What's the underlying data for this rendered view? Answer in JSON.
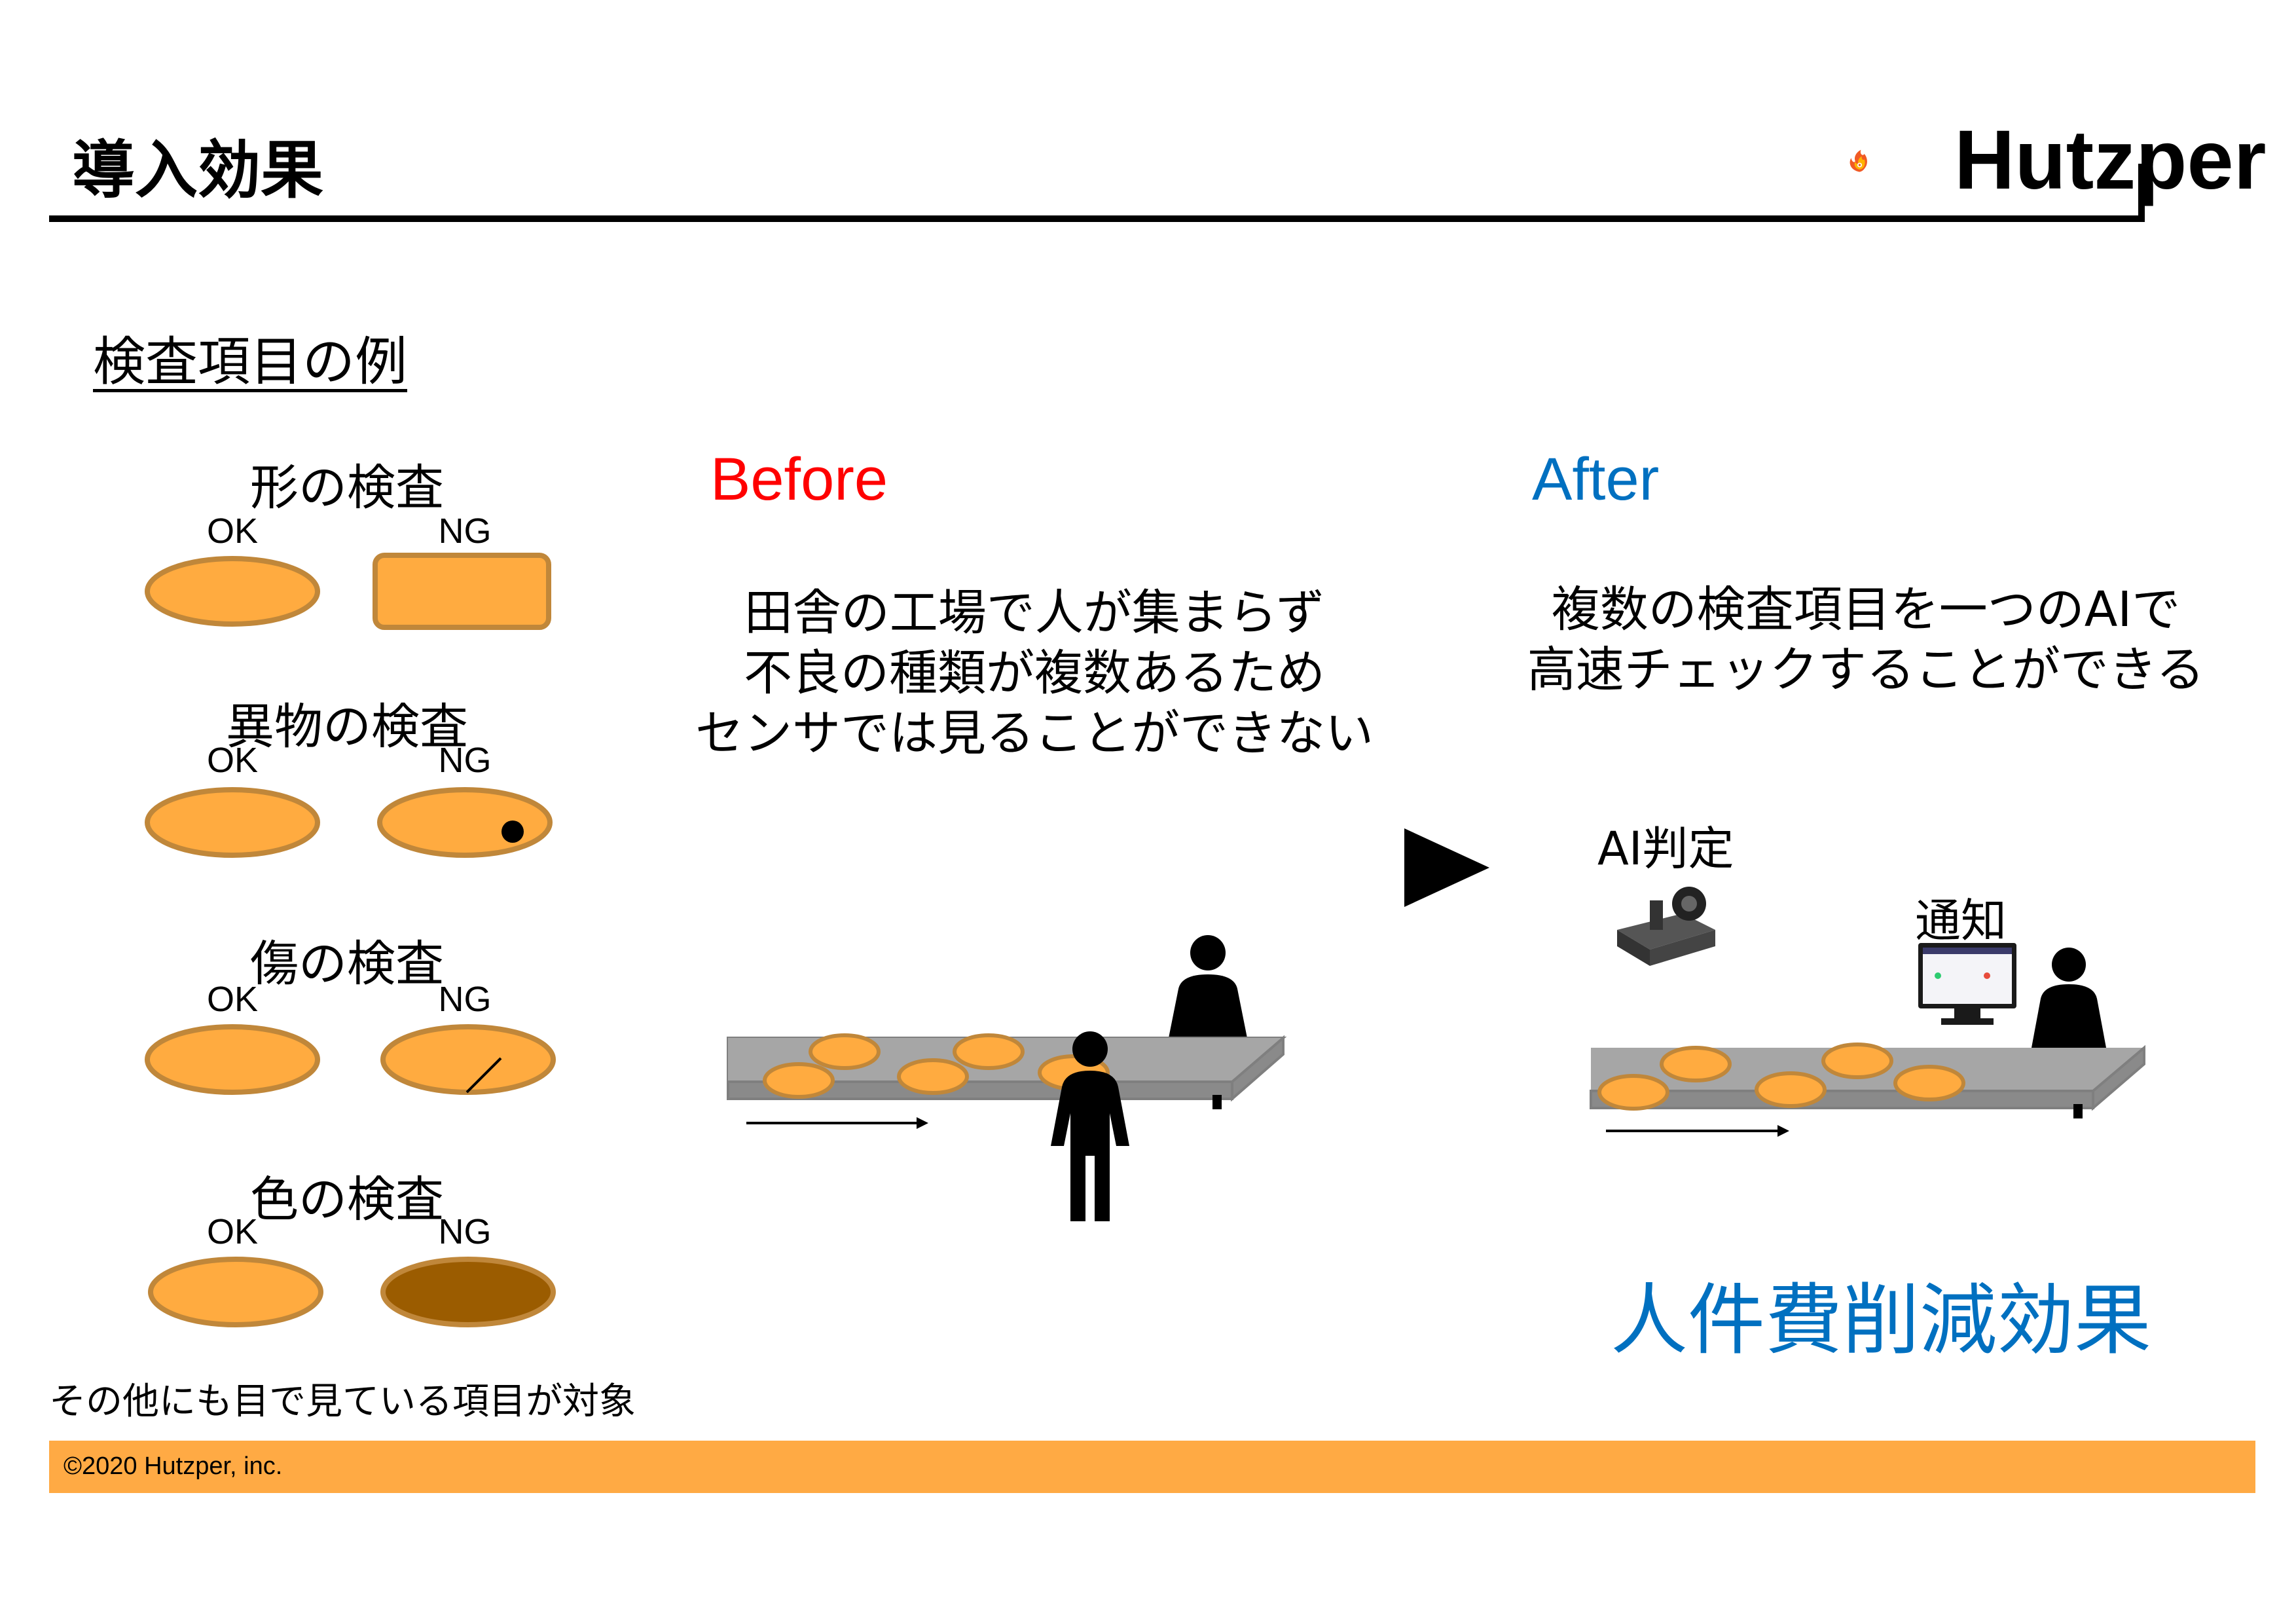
{
  "header": {
    "title": "導入効果",
    "logo_text": "Hutzper"
  },
  "examples": {
    "heading": "検査項目の例",
    "categories": [
      {
        "title": "形の検査",
        "ok": "OK",
        "ng": "NG"
      },
      {
        "title": "異物の検査",
        "ok": "OK",
        "ng": "NG"
      },
      {
        "title": "傷の検査",
        "ok": "OK",
        "ng": "NG"
      },
      {
        "title": "色の検査",
        "ok": "OK",
        "ng": "NG"
      }
    ],
    "note": "その他にも目で見ている項目が対象"
  },
  "before": {
    "label": "Before",
    "lines": [
      "田舎の工場で人が集まらず",
      "不良の種類が複数あるため",
      "センサでは見ることができない"
    ]
  },
  "after": {
    "label": "After",
    "lines": [
      "複数の検査項目を一つのAIで",
      "高速チェックすることができる"
    ],
    "ai_label": "AI判定",
    "notify_label": "通知",
    "effect": "人件費削減効果"
  },
  "footer": {
    "copyright": "©2020 Hutzper, inc."
  },
  "colors": {
    "accent_orange": "#ffaa44",
    "sample_fill": "#ffab40",
    "sample_stroke": "#c0873a",
    "ng_color_fill": "#9b5c00",
    "before_red": "#ff0000",
    "after_blue": "#0070c0"
  }
}
